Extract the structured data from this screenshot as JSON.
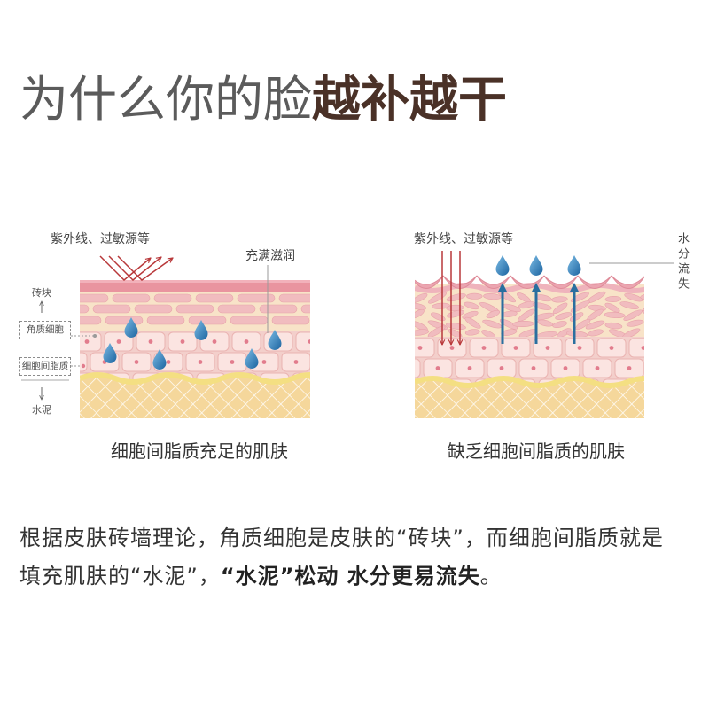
{
  "title": {
    "regular": "为什么你的脸",
    "bold": "越补越干"
  },
  "left_panel": {
    "external_label": "紫外线、过敏源等",
    "moisture_label": "充满滋润",
    "legend": {
      "brick": "砖块",
      "corneocyte": "角质细胞",
      "lipid": "细胞间脂质",
      "cement": "水泥"
    },
    "caption": "细胞间脂质充足的肌肤"
  },
  "right_panel": {
    "external_label": "紫外线、过敏源等",
    "water_loss_label": "水分流失",
    "caption": "缺乏细胞间脂质的肌肤"
  },
  "body": {
    "line1": "根据皮肤砖墙理论，角质细胞是皮肤的“砖块”，而细胞间脂质就是",
    "line2_regular": "填充肌肤的“水泥”，",
    "line2_bold": "“水泥”松动 水分更易流失",
    "line2_end": "。"
  },
  "icons": {
    "water_drop": "water-drop-icon",
    "uv_arrow": "uv-arrow",
    "legend_up": "arrow-up-icon",
    "legend_down": "arrow-down-icon"
  },
  "colors": {
    "title_gray": "#5b5b5b",
    "title_brown": "#4a3127",
    "text": "#333333",
    "uv_arrow_red": "#b8383a",
    "water_blue": "#2a6f9f",
    "skin_pink": "#e9949f",
    "lipid_cream": "#f8e3c8",
    "dermis_yellow": "#f5d79b"
  }
}
